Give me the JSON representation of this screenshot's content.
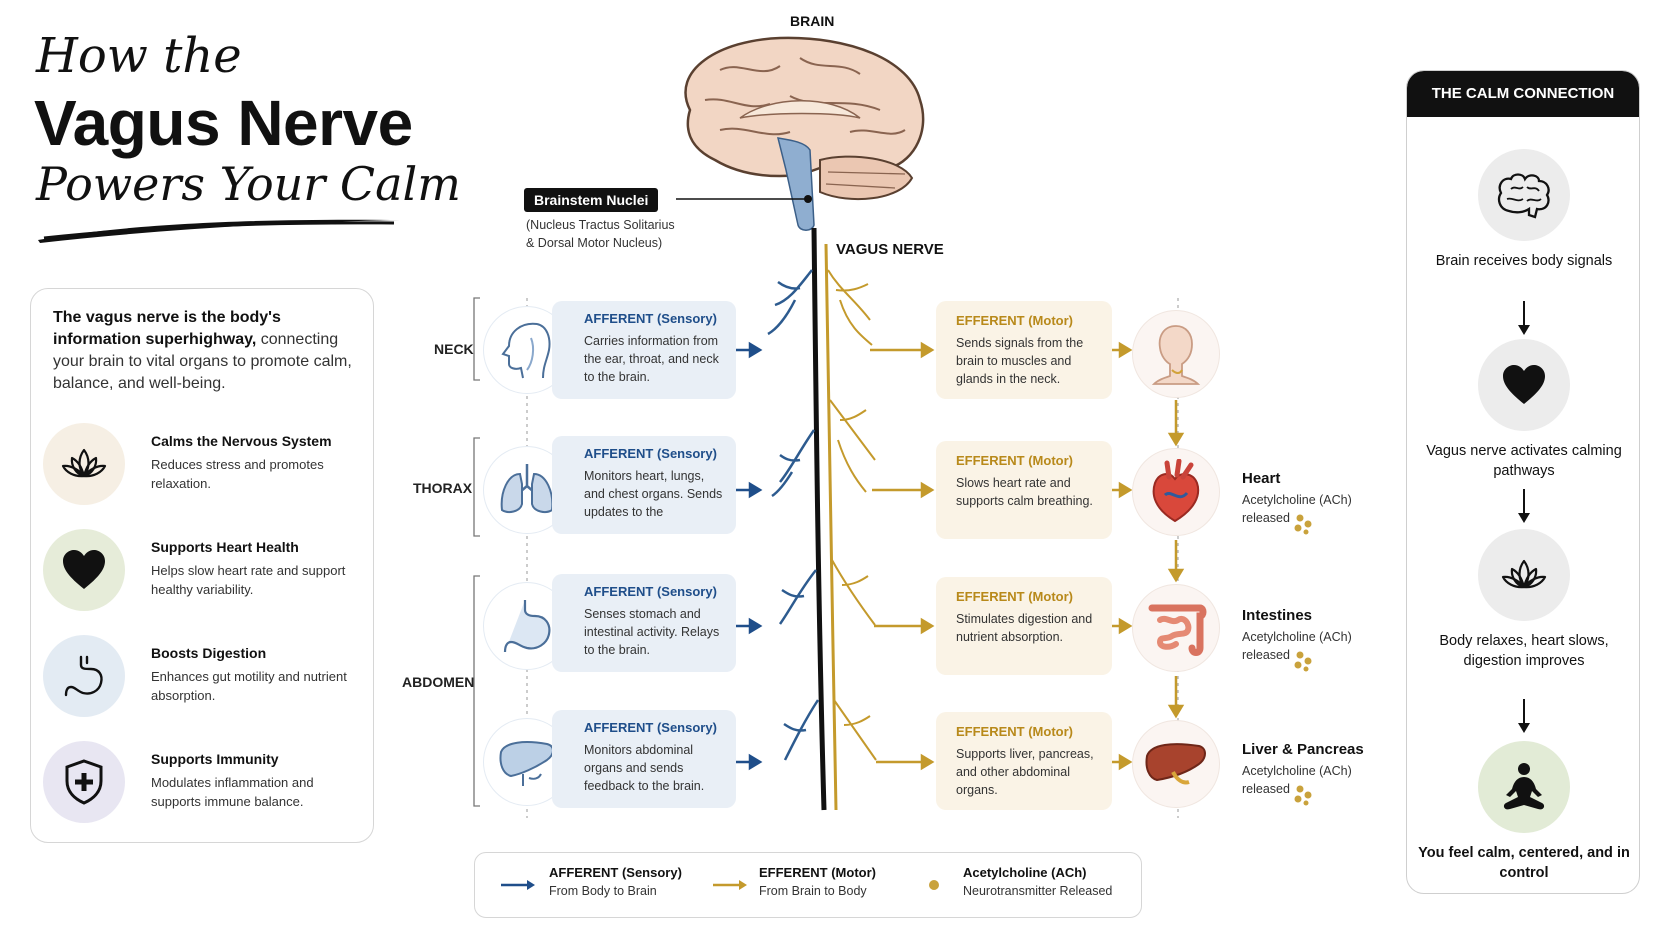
{
  "title": {
    "line1": "How the",
    "line2": "Vagus Nerve",
    "line3": "Powers Your Calm"
  },
  "intro": {
    "part1": "The vagus nerve is the body's",
    "bold": "information superhighway,",
    "part2": " connecting your brain to vital organs to promote calm, balance, and well-being."
  },
  "benefits": [
    {
      "title": "Calms the Nervous System",
      "desc": "Reduces stress and promotes relaxation.",
      "icon": "lotus-icon"
    },
    {
      "title": "Supports Heart Health",
      "desc": "Helps slow heart rate and support healthy variability.",
      "icon": "heart-icon"
    },
    {
      "title": "Boosts Digestion",
      "desc": "Enhances gut motility and nutrient absorption.",
      "icon": "stomach-icon"
    },
    {
      "title": "Supports Immunity",
      "desc": "Modulates inflammation and supports immune balance.",
      "icon": "shield-icon"
    }
  ],
  "diagram": {
    "brain_label": "BRAIN",
    "vagus_label": "VAGUS NERVE",
    "nuclei_label": "Brainstem Nuclei",
    "nuclei_sub1": "(Nucleus Tractus Solitarius",
    "nuclei_sub2": "& Dorsal Motor Nucleus)",
    "regions": {
      "neck": "NECK",
      "thorax": "THORAX",
      "abdomen": "ABDOMEN"
    },
    "afferent": [
      {
        "title": "AFFERENT (Sensory)",
        "text": "Carries information from the ear, throat, and neck to the brain."
      },
      {
        "title": "AFFERENT (Sensory)",
        "text": "Monitors heart, lungs, and chest organs. Sends updates to the"
      },
      {
        "title": "AFFERENT (Sensory)",
        "text": "Senses stomach and intestinal activity. Relays to the brain."
      },
      {
        "title": "AFFERENT (Sensory)",
        "text": "Monitors abdominal organs and sends feedback to the brain."
      }
    ],
    "efferent": [
      {
        "title": "EFFERENT (Motor)",
        "text": "Sends signals from the brain to muscles and glands in the neck."
      },
      {
        "title": "EFFERENT (Motor)",
        "text": "Slows heart rate and supports calm breathing."
      },
      {
        "title": "EFFERENT (Motor)",
        "text": "Stimulates digestion and nutrient absorption."
      },
      {
        "title": "EFFERENT (Motor)",
        "text": "Supports liver, pancreas, and other abdominal organs."
      }
    ],
    "organs": [
      {
        "name": "Heart",
        "ach": "Acetylcholine (ACh) released"
      },
      {
        "name": "Intestines",
        "ach": "Acetylcholine (ACh) released"
      },
      {
        "name": "Liver & Pancreas",
        "ach": "Acetylcholine (ACh) released"
      }
    ]
  },
  "legend": {
    "afferent_title": "AFFERENT (Sensory)",
    "afferent_sub": "From Body to Brain",
    "efferent_title": "EFFERENT (Motor)",
    "efferent_sub": "From Brain to Body",
    "ach_title": "Acetylcholine (ACh)",
    "ach_sub": "Neurotransmitter Released"
  },
  "calm": {
    "header": "THE CALM CONNECTION",
    "steps": [
      {
        "text": "Brain receives body signals",
        "icon": "brain-icon"
      },
      {
        "text": "Vagus nerve activates calming pathways",
        "icon": "heart-icon"
      },
      {
        "text": "Body relaxes, heart slows, digestion improves",
        "icon": "lotus-icon"
      },
      {
        "text": "You feel calm, centered, and in control",
        "icon": "meditation-icon"
      }
    ]
  },
  "colors": {
    "afferent": "#1f4e8a",
    "efferent": "#c49a2c",
    "afferent_card": "#e9eff6",
    "efferent_card": "#faf3e6"
  }
}
